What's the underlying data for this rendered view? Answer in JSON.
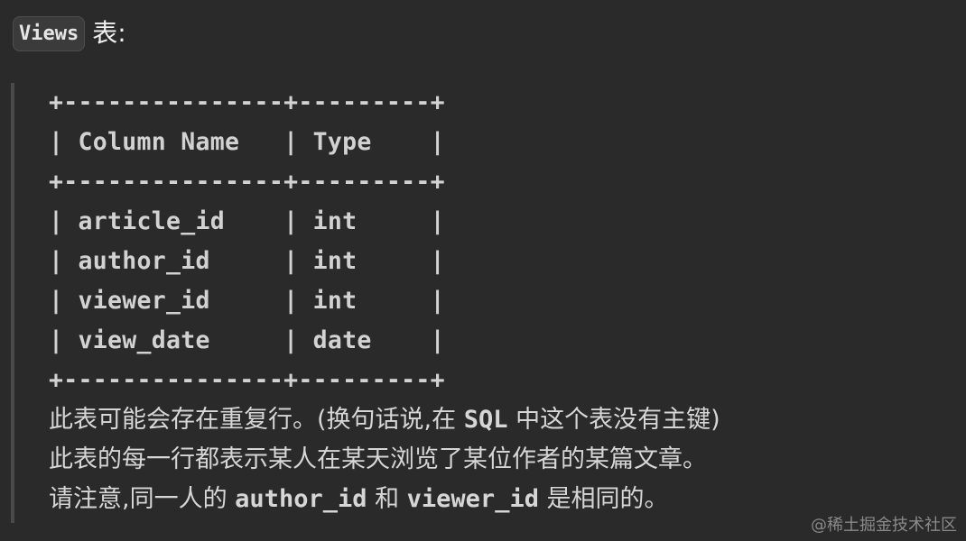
{
  "heading": {
    "code": "Views",
    "suffix": "表:"
  },
  "table_ascii": {
    "lines": [
      "+---------------+---------+",
      "| Column Name   | Type    |",
      "+---------------+---------+",
      "| article_id    | int     |",
      "| author_id     | int     |",
      "| viewer_id     | int     |",
      "| view_date     | date    |",
      "+---------------+---------+"
    ]
  },
  "notes": {
    "line1": {
      "a": "此表可能会存在重复行。(换句话说,在 ",
      "code": "SQL",
      "b": " 中这个表没有主键)"
    },
    "line2": "此表的每一行都表示某人在某天浏览了某位作者的某篇文章。",
    "line3": {
      "a": "请注意,同一人的 ",
      "code1": "author_id",
      "b": " 和 ",
      "code2": "viewer_id",
      "c": " 是相同的。"
    }
  },
  "watermark": "@稀土掘金技术社区"
}
